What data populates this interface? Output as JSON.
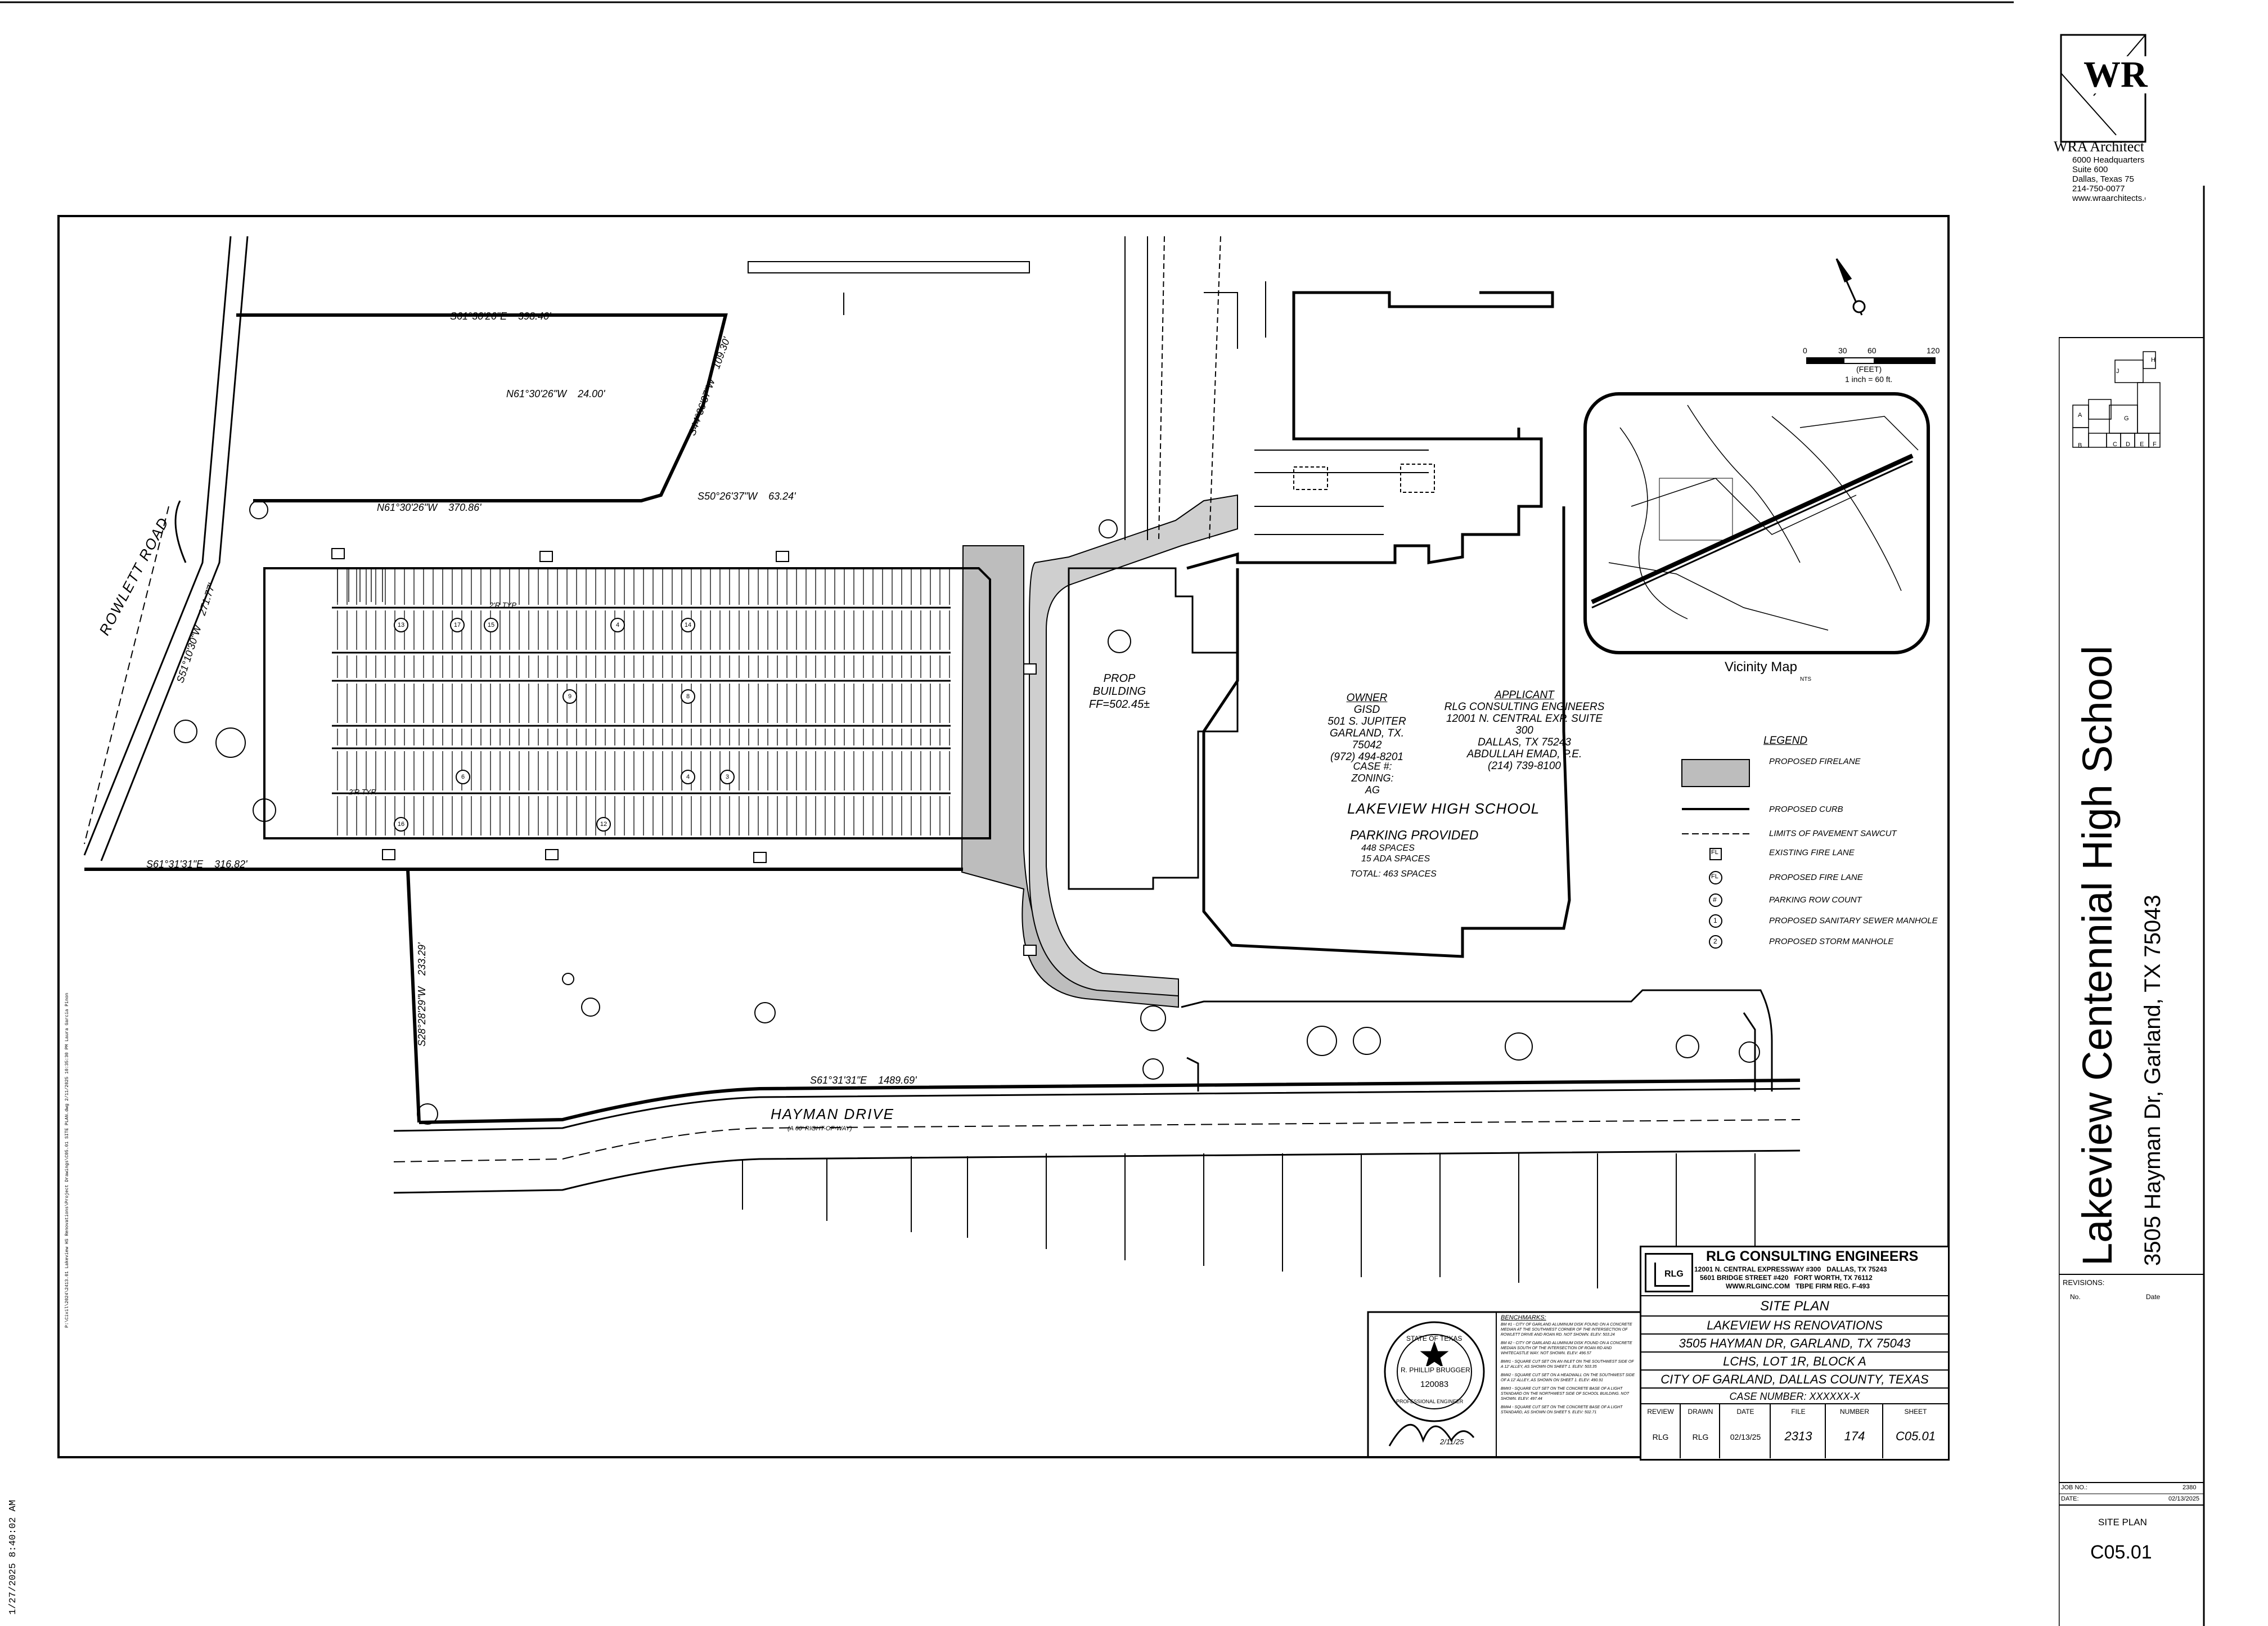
{
  "sheet": {
    "timestamp": "1/27/2025 8:40:02 AM",
    "file_path_stamp": "P:\\Civil\\2024\\2413.01 Lakeview HS Renovations\\Project Drawings\\C05.01 SITE PLAN.dwg  2/11/2025 10:35:30 PM  Laura Garcia Pinon"
  },
  "architect": {
    "logo_text": "WR",
    "name": "WRA Architects",
    "address1": "6000 Headquarters",
    "address2": "Suite 600",
    "address3": "Dallas, Texas 75",
    "phone": "214-750-0077",
    "web": "www.wraarchitects.com"
  },
  "project": {
    "title": "Lakeview Centennial High School",
    "address": "3505 Hayman Dr, Garland, TX 75043",
    "key_plan_labels": [
      "A",
      "B",
      "C",
      "D",
      "E",
      "F",
      "G",
      "H",
      "J"
    ]
  },
  "revisions": {
    "header": "REVISIONS:",
    "col_no": "No.",
    "col_date": "Date"
  },
  "sheet_info": {
    "job_no_label": "JOB NO.:",
    "job_no": "2380",
    "date_label": "DATE:",
    "date": "02/13/2025",
    "sheet_title": "SITE PLAN",
    "sheet_number": "C05.01"
  },
  "plan": {
    "roads": [
      "ROWLETT ROAD",
      "HAYMAN DRIVE"
    ],
    "hayman_row": "(A 60' RIGHT-OF-WAY)",
    "bearings": [
      "S61°30'26\"E    398.40'",
      "N61°30'26\"W    24.00'",
      "S44°36'37\"W    109.30'",
      "S50°26'37\"W    63.24'",
      "N61°30'26\"W    370.86'",
      "S61°31'31\"E    316.82'",
      "S28°28'29\"W    233.29'",
      "S61°31'31\"E    1489.69'",
      "S51°10'30\"W    271.77'"
    ],
    "building_label": "PROP BUILDING",
    "building_ff": "FF=502.45±",
    "owner": {
      "heading": "OWNER",
      "lines": [
        "GISD",
        "501 S. JUPITER",
        "GARLAND, TX. 75042",
        "(972) 494-8201"
      ]
    },
    "applicant": {
      "heading": "APPLICANT",
      "lines": [
        "RLG CONSULTING ENGINEERS",
        "12001 N. CENTRAL EXP. SUITE 300",
        "DALLAS, TX 75243",
        "ABDULLAH EMAD, P.E.",
        "(214) 739-8100"
      ]
    },
    "case_lines": [
      "CASE #:",
      "ZONING: AG"
    ],
    "school_name": "LAKEVIEW HIGH SCHOOL",
    "parking_heading": "PARKING PROVIDED",
    "parking_lines": [
      "448 SPACES",
      "15 ADA SPACES"
    ],
    "parking_total": "TOTAL: 463 SPACES",
    "typ_labels": [
      "2'R TYP.",
      "2'R TYP."
    ],
    "parking_counts": [
      "13",
      "17",
      "15",
      "4",
      "14",
      "9",
      "8",
      "6",
      "4",
      "3",
      "16",
      "12"
    ]
  },
  "scale": {
    "ticks": [
      "0",
      "30",
      "60",
      "120"
    ],
    "unit": "(FEET)",
    "ratio": "1 inch = 60 ft."
  },
  "vicinity": {
    "title": "Vicinity Map",
    "nts": "NTS"
  },
  "legend": {
    "title": "LEGEND",
    "items": [
      {
        "label": "PROPOSED FIRELANE"
      },
      {
        "label": "PROPOSED CURB"
      },
      {
        "label": "LIMITS OF PAVEMENT SAWCUT"
      },
      {
        "label": "EXISTING FIRE LANE",
        "symbol": "FL"
      },
      {
        "label": "PROPOSED FIRE LANE",
        "symbol": "FL"
      },
      {
        "label": "PARKING ROW COUNT",
        "symbol": "#"
      },
      {
        "label": "PROPOSED SANITARY SEWER MANHOLE",
        "symbol": "1"
      },
      {
        "label": "PROPOSED STORM MANHOLE",
        "symbol": "2"
      }
    ]
  },
  "benchmarks": {
    "title": "BENCHMARKS:",
    "items": [
      "BM #1 - CITY OF GARLAND ALUMINUM DISK FOUND ON A CONCRETE MEDIAN AT THE SOUTHWEST CORNER OF THE INTERSECTION OF ROWLETT DRIVE AND ROAN RD. NOT SHOWN.  ELEV: 503.24",
      "BM #2 - CITY OF GARLAND ALUMINUM DISK FOUND ON A CONCRETE MEDIAN SOUTH OF THE INTERSECTION OF ROAN RD AND WHITECASTLE WAY. NOT SHOWN.  ELEV: 496.57",
      "BM#1 - SQUARE CUT SET ON AN INLET ON THE SOUTHWEST SIDE OF A 12' ALLEY, AS SHOWN ON SHEET 1.  ELEV: 503.35",
      "BM#2 - SQUARE CUT SET ON A HEADWALL ON THE SOUTHWEST SIDE OF A 12' ALLEY, AS SHOWN ON SHEET 1.  ELEV: 490.91",
      "BM#3 - SQUARE CUT SET ON THE CONCRETE BASE OF A LIGHT STANDARD ON THE NORTHWEST SIDE OF SCHOOL BUILDING. NOT SHOWN.  ELEV: 497.44",
      "BM#4 - SQUARE CUT SET ON THE CONCRETE BASE OF A LIGHT STANDARD, AS SHOWN ON SHEET 5.  ELEV: 502.71"
    ]
  },
  "seal": {
    "top": "STATE OF TEXAS",
    "name": "R. PHILLIP BRUGGER",
    "number": "120083",
    "bottom": "PROFESSIONAL ENGINEER",
    "signature_date": "2/11/25"
  },
  "titleblock": {
    "firm": "RLG CONSULTING ENGINEERS",
    "logo": "RLG",
    "addr1": "12001 N. CENTRAL EXPRESSWAY #300   DALLAS, TX 75243",
    "addr2": "5601 BRIDGE STREET #420   FORT WORTH, TX 76112",
    "addr3": "WWW.RLGINC.COM   TBPE FIRM REG. F-493",
    "sheet_title": "SITE PLAN",
    "project": "LAKEVIEW HS RENOVATIONS",
    "address": "3505 HAYMAN DR, GARLAND, TX 75043",
    "lot": "LCHS, LOT 1R, BLOCK A",
    "city": "CITY OF GARLAND, DALLAS COUNTY, TEXAS",
    "case": "CASE NUMBER: XXXXXX-X",
    "headers": [
      "REVIEW",
      "DRAWN",
      "DATE",
      "FILE",
      "NUMBER",
      "SHEET"
    ],
    "values": [
      "RLG",
      "RLG",
      "02/13/25",
      "2313",
      "174",
      "C05.01"
    ]
  }
}
